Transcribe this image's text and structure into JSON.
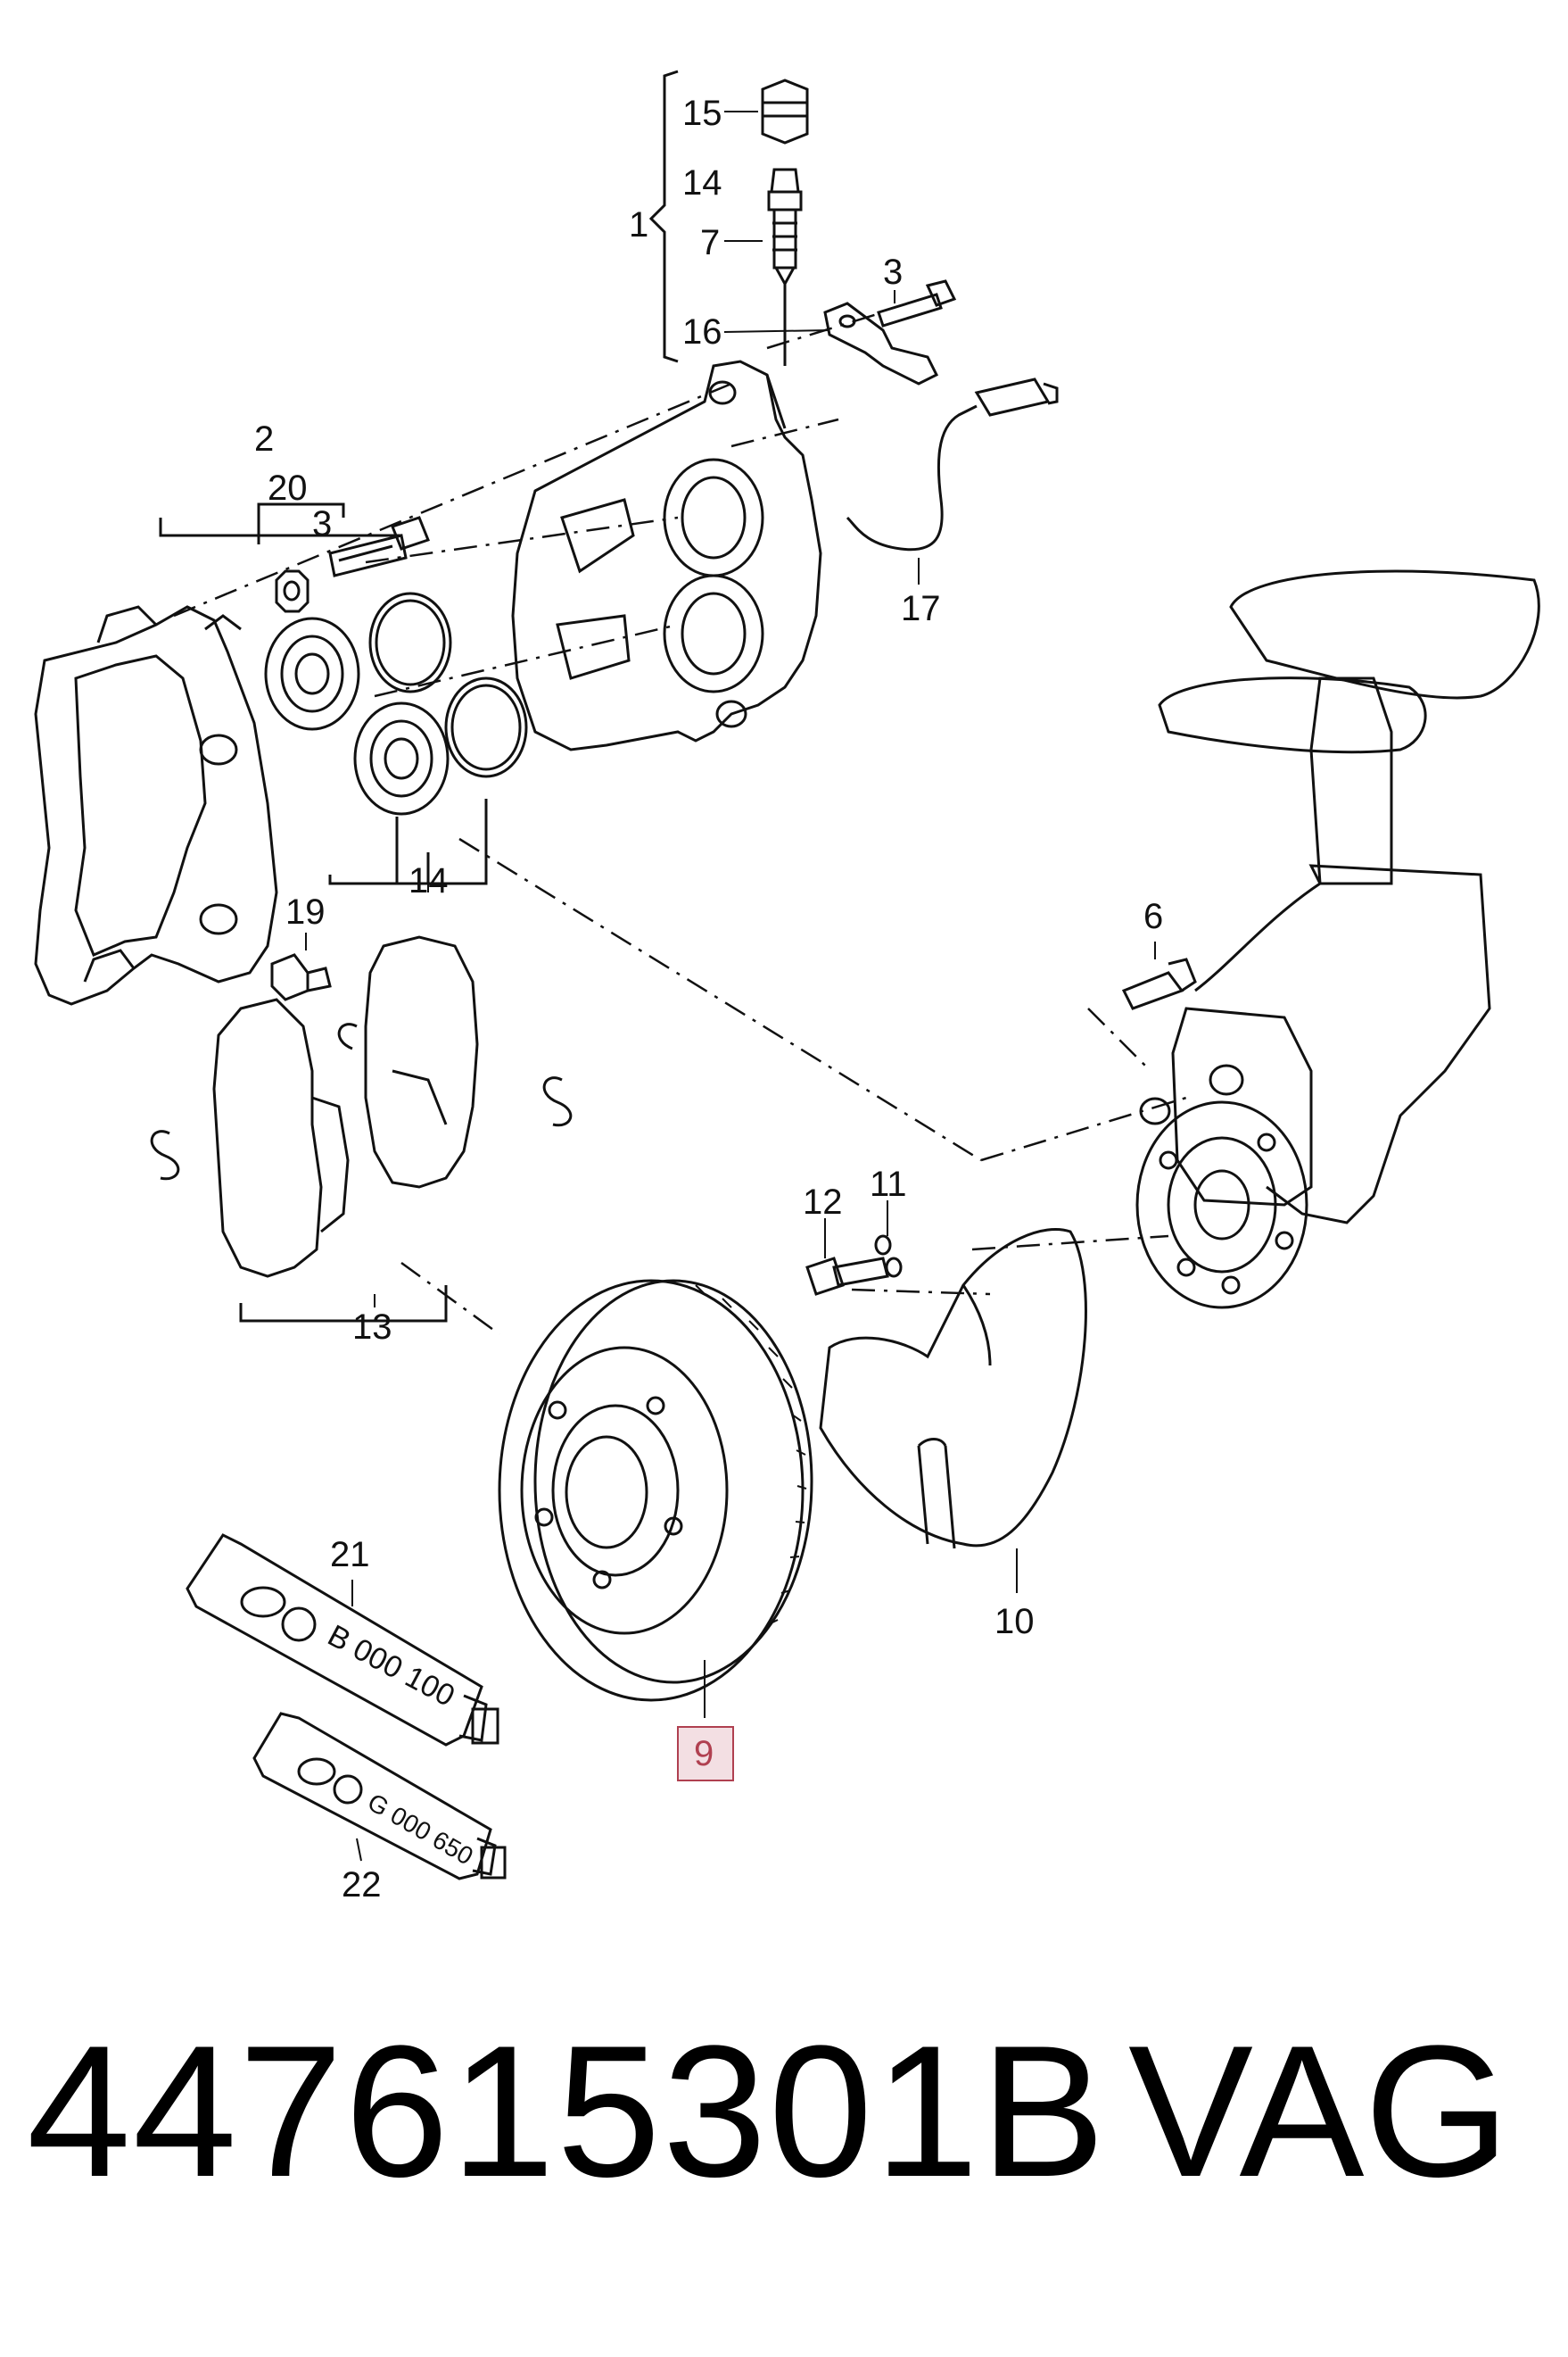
{
  "callouts": {
    "c1": "1",
    "c2": "2",
    "c3a": "3",
    "c3b": "3",
    "c6": "6",
    "c7": "7",
    "c9": "9",
    "c10": "10",
    "c11": "11",
    "c12": "12",
    "c13": "13",
    "c14a": "14",
    "c14b": "14",
    "c15": "15",
    "c16": "16",
    "c17": "17",
    "c19": "19",
    "c20": "20",
    "c21": "21",
    "c22": "22"
  },
  "tubes": {
    "t21": "B 000 100",
    "t22": "G 000 650"
  },
  "footer": {
    "part_number": "447615301B",
    "brand": "VAG"
  },
  "colors": {
    "highlight": "#b04050",
    "highlight_fill": "#f3dfe3",
    "line": "#111111"
  }
}
